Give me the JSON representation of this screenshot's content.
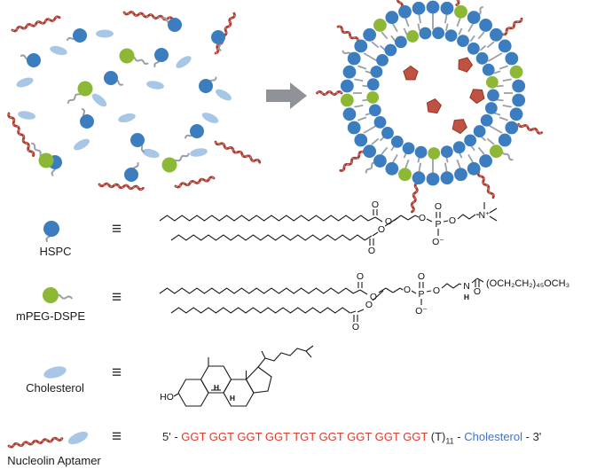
{
  "legend": {
    "equiv_symbol": "≡",
    "items": [
      {
        "label": "HSPC"
      },
      {
        "label": "mPEG-DSPE"
      },
      {
        "label": "Cholesterol"
      },
      {
        "label": "Nucleolin Aptamer"
      }
    ]
  },
  "sequence": {
    "prefix": "5' - ",
    "gquad": "GGT GGT GGT GGT TGT GGT GGT GGT GGT ",
    "t_unit": "(T)",
    "t_sub": "11",
    "sep": " - ",
    "linker": "Cholesterol",
    "suffix": " - 3'"
  },
  "chem": {
    "o": "O",
    "o_minus": "O⁻",
    "p": "P",
    "n_plus": "N⁺",
    "n": "N",
    "h": "H",
    "ho": "HO",
    "peg": "(OCH₂CH₂)₄₅OCH₃"
  },
  "colors": {
    "lipid_head_blue": "#3c7dbf",
    "peg_lipid_green": "#8cb836",
    "cholesterol_blue": "#a8c6e5",
    "aptamer_red": "#ae3b30",
    "aptamer_red_light": "#d8948a",
    "cargo_red": "#c05243",
    "cargo_red_dark": "#93351f",
    "tail_gray": "#9aa0a4",
    "arrow_gray": "#8f9296",
    "bond_black": "#1a1a1a",
    "seq_red": "#e03a2b",
    "seq_blue": "#4472c4",
    "seq_dark": "#2b2b2b"
  }
}
